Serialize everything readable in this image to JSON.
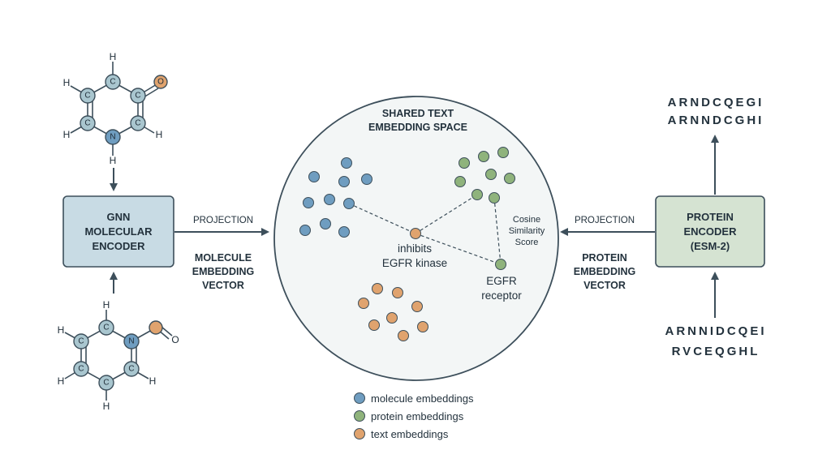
{
  "encoder_left": {
    "line1": "GNN",
    "line2": "MOLECULAR",
    "line3": "ENCODER"
  },
  "encoder_right": {
    "line1": "PROTEIN",
    "line2": "ENCODER",
    "line3": "(ESM-2)"
  },
  "projection_left": "PROJECTION",
  "projection_right": "PROJECTION",
  "molecule_vector": {
    "line1": "MOLECULE",
    "line2": "EMBEDDING",
    "line3": "VECTOR"
  },
  "protein_vector": {
    "line1": "PROTEIN",
    "line2": "EMBEDDING",
    "line3": "VECTOR"
  },
  "space": {
    "title1": "SHARED TEXT",
    "title2": "EMBEDDING SPACE",
    "query1": "inhibits",
    "query2": "EGFR kinase",
    "target1": "EGFR",
    "target2": "receptor",
    "sim1": "Cosine",
    "sim2": "Similarity",
    "sim3": "Score"
  },
  "sequences": {
    "output1": "ARNDCQEGI",
    "output2": "ARNNDCGHI",
    "input1": "ARNNIDCQEI",
    "input2": "RVCEQGHL"
  },
  "legend": {
    "molecule": "molecule embeddings",
    "protein": "protein embeddings",
    "text": "text embeddings"
  },
  "atoms": {
    "carbon": "C",
    "nitrogen": "N",
    "oxygen": "O",
    "hydrogen": "H"
  },
  "colors": {
    "molecule": "#6f9dc0",
    "protein": "#8fb37c",
    "text": "#e0a36e",
    "gnn_box": "#c8dbe4",
    "protein_box": "#d5e3d2",
    "space_fill": "#f3f6f6"
  }
}
